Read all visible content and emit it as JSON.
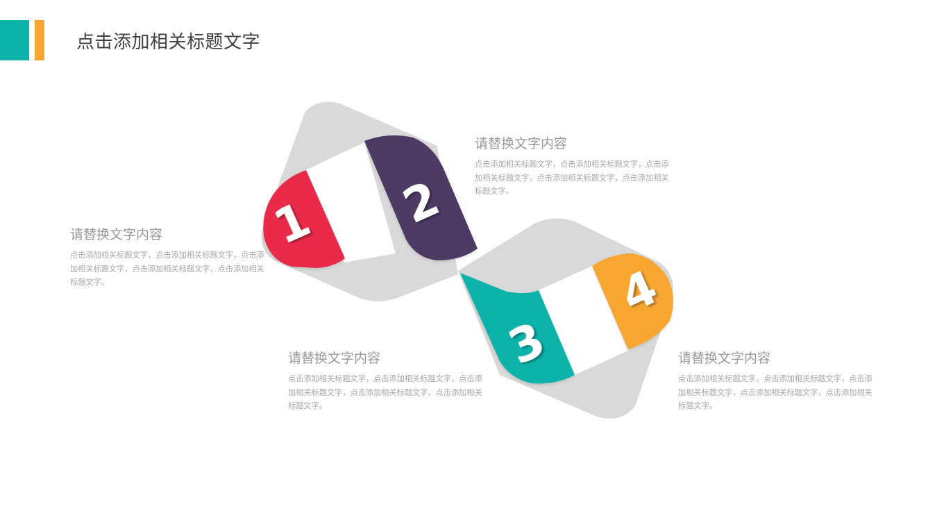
{
  "slide": {
    "title": "点击添加相关标题文字",
    "accent_colors": {
      "teal": "#0bb3aa",
      "orange": "#f7a631"
    }
  },
  "diagram": {
    "ribbon_color": "#d9d9d9",
    "steps": [
      {
        "number": "1",
        "color": "#e92b4a"
      },
      {
        "number": "2",
        "color": "#4d3b66"
      },
      {
        "number": "3",
        "color": "#0bb3aa"
      },
      {
        "number": "4",
        "color": "#f7a631"
      }
    ]
  },
  "text_blocks": [
    {
      "heading": "请替换文字内容",
      "body": "点击添加相关标题文字，点击添加相关标题文字，点击添加相关标题文字，点击添加相关标题文字，点击添加相关标题文字。"
    },
    {
      "heading": "请替换文字内容",
      "body": "点击添加相关标题文字，点击添加相关标题文字，点击添加相关标题文字，点击添加相关标题文字，点击添加相关标题文字。"
    },
    {
      "heading": "请替换文字内容",
      "body": "点击添加相关标题文字，点击添加相关标题文字，点击添加相关标题文字，点击添加相关标题文字，点击添加相关标题文字。"
    },
    {
      "heading": "请替换文字内容",
      "body": "点击添加相关标题文字，点击添加相关标题文字，点击添加相关标题文字，点击添加相关标题文字，点击添加相关标题文字。"
    }
  ]
}
